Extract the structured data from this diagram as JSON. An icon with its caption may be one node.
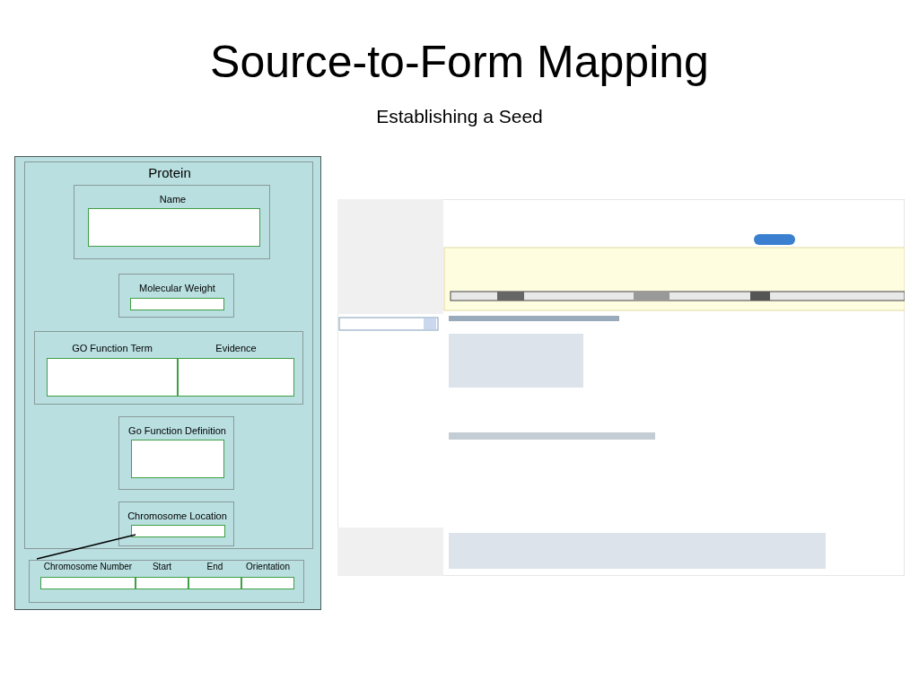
{
  "diagram": {
    "title": "Source-to-Form Mapping",
    "caption": "Establishing a Seed",
    "nodes": [
      {
        "text": [],
        "shape": "box"
      },
      {
        "text": [
          "Protein"
        ],
        "in": 0
      },
      {
        "text": [
          "Name"
        ],
        "in": 1
      },
      {
        "text": [],
        "shape": "box",
        "in": 2
      },
      {
        "text": [
          "Molecular Weight"
        ],
        "in": 1
      },
      {
        "text": [],
        "shape": "box",
        "in": 4
      },
      {
        "text": [
          "GO Function Term",
          "Evidence"
        ],
        "in": 1
      },
      {
        "text": [],
        "shape": "box",
        "in": 6
      },
      {
        "text": [],
        "shape": "box",
        "in": 6
      },
      {
        "text": [
          "Go Function Definition"
        ],
        "in": 1
      },
      {
        "text": [],
        "shape": "box",
        "in": 9
      },
      {
        "text": [
          "Chromosome Location"
        ],
        "in": 1
      },
      {
        "text": [],
        "shape": "box",
        "in": 11
      },
      {
        "text": [
          "Chromosome Number",
          "Start",
          "End",
          "Orientation"
        ],
        "in": 0
      },
      {
        "text": [],
        "shape": "box",
        "in": 13
      },
      {
        "text": [],
        "shape": "box",
        "in": 13
      },
      {
        "text": [],
        "shape": "box",
        "in": 13
      },
      {
        "text": [],
        "shape": "box",
        "in": 13
      }
    ],
    "edges": [
      {
        "from": 12,
        "to": 13,
        "arrow": "none"
      }
    ]
  }
}
